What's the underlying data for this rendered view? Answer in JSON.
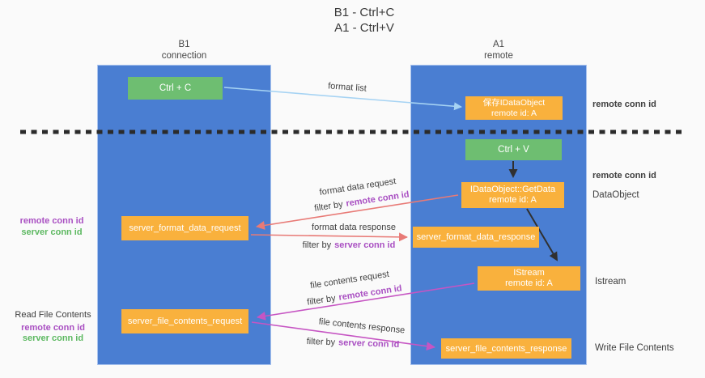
{
  "title": {
    "line1": "B1 - Ctrl+C",
    "line2": "A1 - Ctrl+V"
  },
  "columns": {
    "left": {
      "name": "B1",
      "role": "connection"
    },
    "right": {
      "name": "A1",
      "role": "remote"
    }
  },
  "nodes": {
    "ctrl_c": {
      "label": "Ctrl + C"
    },
    "save_dataobject": {
      "line1": "保存IDataObject",
      "line2": "remote id: A"
    },
    "ctrl_v": {
      "label": "Ctrl + V"
    },
    "getdata": {
      "line1": "IDataObject::GetData",
      "line2": "remote id: A"
    },
    "format_request": {
      "label": "server_format_data_request"
    },
    "format_response": {
      "label": "server_format_data_response"
    },
    "istream": {
      "line1": "IStream",
      "line2": "remote id: A"
    },
    "file_request": {
      "label": "server_file_contents_request"
    },
    "file_response": {
      "label": "server_file_contents_response"
    }
  },
  "arrow_labels": {
    "format_list": "format list",
    "filter_by": "filter by",
    "remote_conn_id": "remote conn id",
    "server_conn_id": "server conn id",
    "format_request": "format data request",
    "format_response": "format data response",
    "file_request": "file contents request",
    "file_response": "file contents response"
  },
  "side_labels": {
    "right_top_conn_id": "remote conn id",
    "right_mid_conn_id": "remote conn id",
    "right_dataobject": "DataObject",
    "right_istream": "Istream",
    "right_write": "Write File Contents",
    "left_mid": {
      "remote": "remote conn id",
      "server": "server conn id"
    },
    "left_bottom": {
      "read": "Read File Contents",
      "remote": "remote conn id",
      "server": "server conn id"
    }
  },
  "colors": {
    "column_blue": "#4a7ed2",
    "node_green": "#6ebe71",
    "node_orange": "#f9b13d",
    "arrow_light_blue": "#a6d3f3",
    "arrow_salmon": "#e87a76",
    "arrow_magenta": "#c655c3",
    "arrow_black": "#303030",
    "text_purple": "#a94fc2",
    "text_green": "#5cb860"
  }
}
